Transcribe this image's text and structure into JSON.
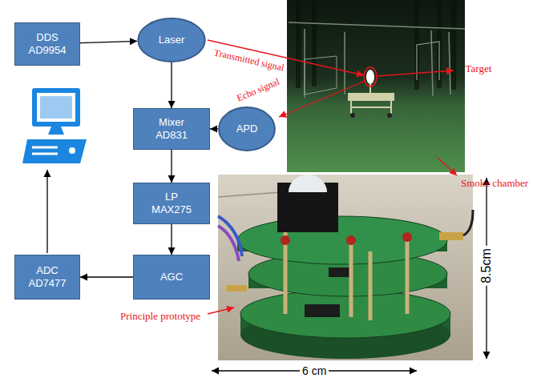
{
  "diagram": {
    "nodes": [
      {
        "text": [
          "DDS AD9954"
        ]
      },
      {
        "text": [
          "Laser"
        ]
      },
      {
        "text": [
          "Mixer AD831"
        ]
      },
      {
        "text": [
          "APD"
        ]
      },
      {
        "text": [
          "LP MAX275"
        ]
      },
      {
        "text": [
          "AGC"
        ]
      },
      {
        "text": [
          "ADC AD7477"
        ]
      }
    ],
    "edges": [
      {
        "from": 0,
        "to": 1,
        "arrow": "to"
      },
      {
        "from": 1,
        "to": 2,
        "arrow": "to"
      },
      {
        "from": 3,
        "to": 2,
        "arrow": "to"
      },
      {
        "from": 2,
        "to": 4,
        "arrow": "to"
      },
      {
        "from": 4,
        "to": 5,
        "arrow": "to"
      },
      {
        "from": 5,
        "to": 6,
        "arrow": "to"
      }
    ],
    "labels": [
      "Transmitted signal",
      "Echo signal",
      "Target",
      "Smoke chamber",
      "Principle prototype",
      "8.5cm",
      "6 cm"
    ]
  }
}
